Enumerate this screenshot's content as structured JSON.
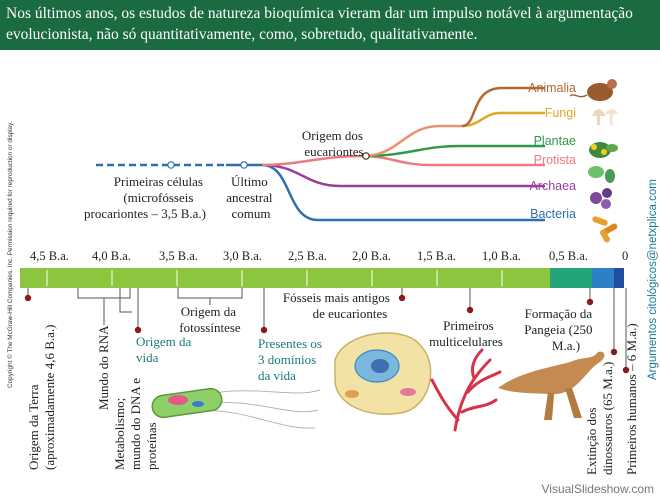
{
  "header": {
    "text": "Nos últimos anos, os estudos de natureza bioquímica vieram dar um impulso notável à argumentação evolucionista, não só quantitativamente, como, sobretudo, qualitativamente."
  },
  "copyright": "Copyright © The McGraw-Hill Companies, Inc. Permission required for reproduction or display.",
  "credit": "Argumentos citológicos@netxplica.com",
  "tree": {
    "first_cells": [
      "Primeiras células",
      "(microfósseis",
      "procariontes – 3,5 B.a.)"
    ],
    "last_ancestor": [
      "Último",
      "ancestral",
      "comum"
    ],
    "eukaryote_origin": [
      "Origem dos",
      "eucariontes"
    ],
    "groups": [
      {
        "name": "Animalia",
        "color": "#b06a33"
      },
      {
        "name": "Fungi",
        "color": "#e0a824"
      },
      {
        "name": "Plantae",
        "color": "#2e9a4a"
      },
      {
        "name": "Protista",
        "color": "#ec7a80"
      },
      {
        "name": "Archaea",
        "color": "#9a3e9a"
      },
      {
        "name": "Bacteria",
        "color": "#2f6fb0"
      }
    ]
  },
  "timeline": {
    "ticks": [
      "4,5 B.a.",
      "4,0 B.a.",
      "3,5 B.a.",
      "3,0 B.a.",
      "2,5 B.a.",
      "2,0 B.a.",
      "1,5 B.a.",
      "1,0 B.a.",
      "0,5 B.a.",
      "0"
    ]
  },
  "events": {
    "earth_origin": [
      "Origem da Terra",
      "(aproximadamente 4,6 B.a.)"
    ],
    "rna_world": "Mundo do RNA",
    "metabolism": [
      "Metabolismo;",
      "mundo do DNA e",
      "proteínas"
    ],
    "life_origin": [
      "Origem da",
      "vida"
    ],
    "photosynthesis": [
      "Origem da",
      "fotossíntese"
    ],
    "three_domains": [
      "Presentes os",
      "3 domínios",
      "da vida"
    ],
    "eukaryote_fossils": [
      "Fósseis mais antigos",
      "de eucariontes"
    ],
    "multicellular": [
      "Primeiros",
      "multicelulares"
    ],
    "pangea": [
      "Formação da",
      "Pangeia (250",
      "M.a.)"
    ],
    "dino_extinction": [
      "Extinção dos",
      "dinossauros (65 M.a.)"
    ],
    "humans": "Primeiros humanos – 6 M.a.)"
  },
  "footer": "VisualSlideshow.com"
}
